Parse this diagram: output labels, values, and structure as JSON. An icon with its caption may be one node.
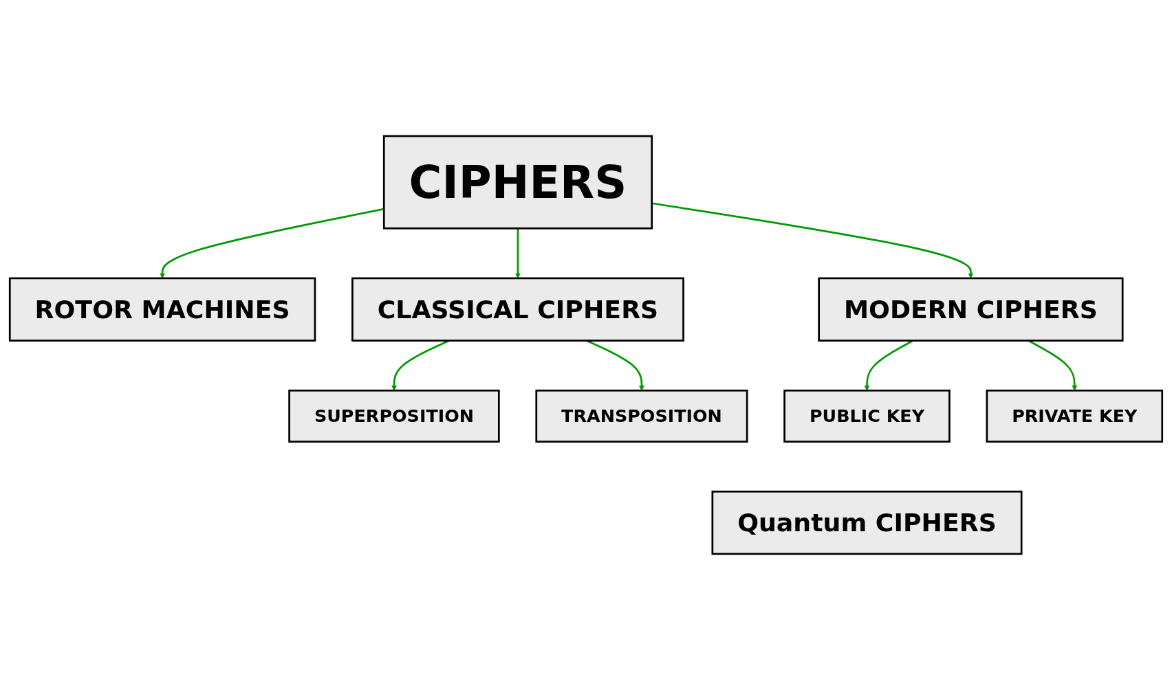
{
  "diagram": {
    "nodes": [
      {
        "text": [
          "CIPHERS"
        ]
      },
      {
        "text": [
          "ROTOR MACHINES"
        ]
      },
      {
        "text": [
          "CLASSICAL CIPHERS"
        ]
      },
      {
        "text": [
          "MODERN CIPHERS"
        ]
      },
      {
        "text": [
          "PRIVATE KEY"
        ]
      },
      {
        "text": [
          "SUPERPOSITION"
        ]
      },
      {
        "text": [
          "PUBLIC KEY"
        ]
      },
      {
        "text": [
          "Quantum CIPHERS"
        ]
      },
      {
        "text": [
          "TRANSPOSITION"
        ]
      }
    ],
    "edges": [
      {
        "from": 0,
        "to": 1,
        "arrow": "to"
      },
      {
        "from": 0,
        "to": 2,
        "arrow": "to"
      },
      {
        "from": 0,
        "to": 3,
        "arrow": "to"
      },
      {
        "from": 2,
        "to": 5,
        "arrow": "to"
      },
      {
        "from": 2,
        "to": 8,
        "arrow": "to"
      },
      {
        "from": 3,
        "to": 6,
        "arrow": "to"
      },
      {
        "from": 3,
        "to": 4,
        "arrow": "to"
      }
    ]
  }
}
